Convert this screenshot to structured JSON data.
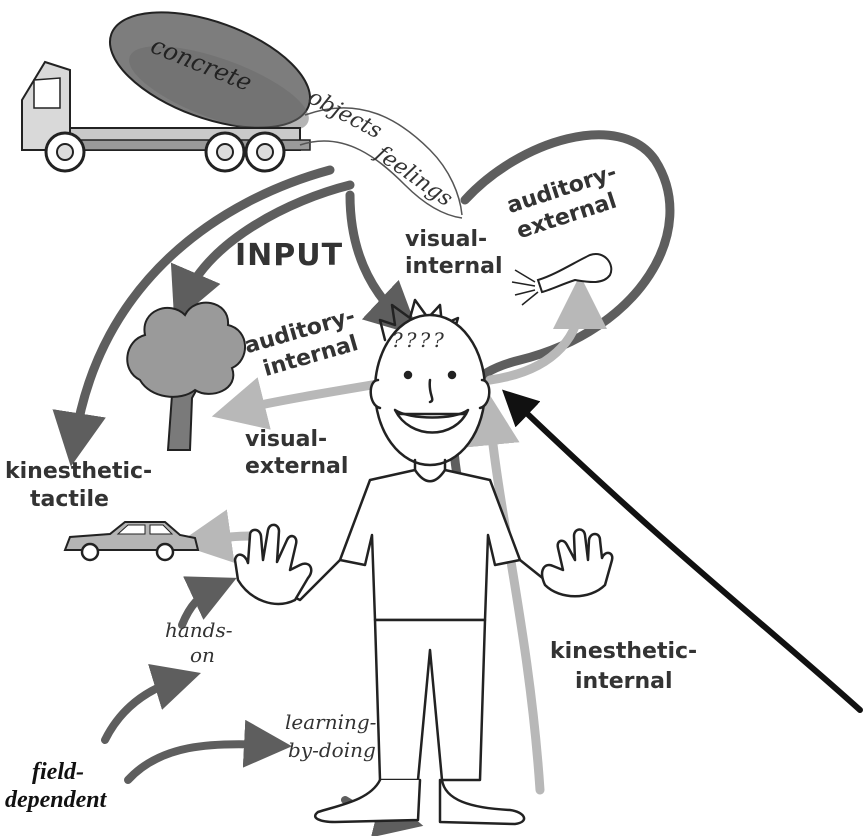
{
  "labels": {
    "truck_drum": "concrete",
    "ribbon_1": "objects",
    "ribbon_2": "feelings",
    "input": "INPUT",
    "visual_internal_1": "visual-",
    "visual_internal_2": "internal",
    "auditory_external_1": "auditory-",
    "auditory_external_2": "external",
    "auditory_internal_1": "auditory-",
    "auditory_internal_2": "internal",
    "question_marks": "????",
    "visual_external_1": "visual-",
    "visual_external_2": "external",
    "kinesthetic_tactile_1": "kinesthetic-",
    "kinesthetic_tactile_2": "tactile",
    "hands_on_1": "hands-",
    "hands_on_2": "on",
    "kinesthetic_internal_1": "kinesthetic-",
    "kinesthetic_internal_2": "internal",
    "learning_1": "learning-",
    "learning_2": "by-doing",
    "field_dependent_1": "field-",
    "field_dependent_2": "dependent"
  },
  "colors": {
    "dark_arrow": "#5e5e5e",
    "light_arrow": "#b8b8b8",
    "black_arrow": "#111111",
    "drum": "#7d7d7d",
    "ink": "#222222"
  },
  "icons": [
    "concrete-truck-icon",
    "tree-icon",
    "car-icon",
    "ear-trumpet-icon",
    "person-figure"
  ]
}
